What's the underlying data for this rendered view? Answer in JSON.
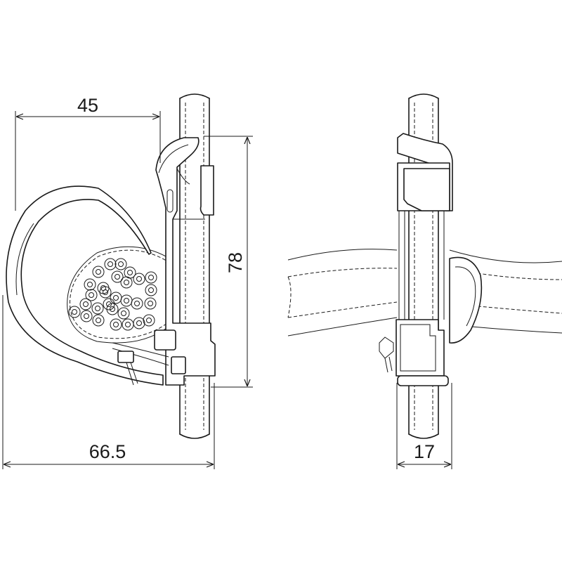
{
  "dimensions": {
    "width_top": "45",
    "width_total": "66.5",
    "height": "78",
    "depth": "17"
  },
  "colors": {
    "stroke": "#1a1a1a",
    "background": "#ffffff"
  }
}
